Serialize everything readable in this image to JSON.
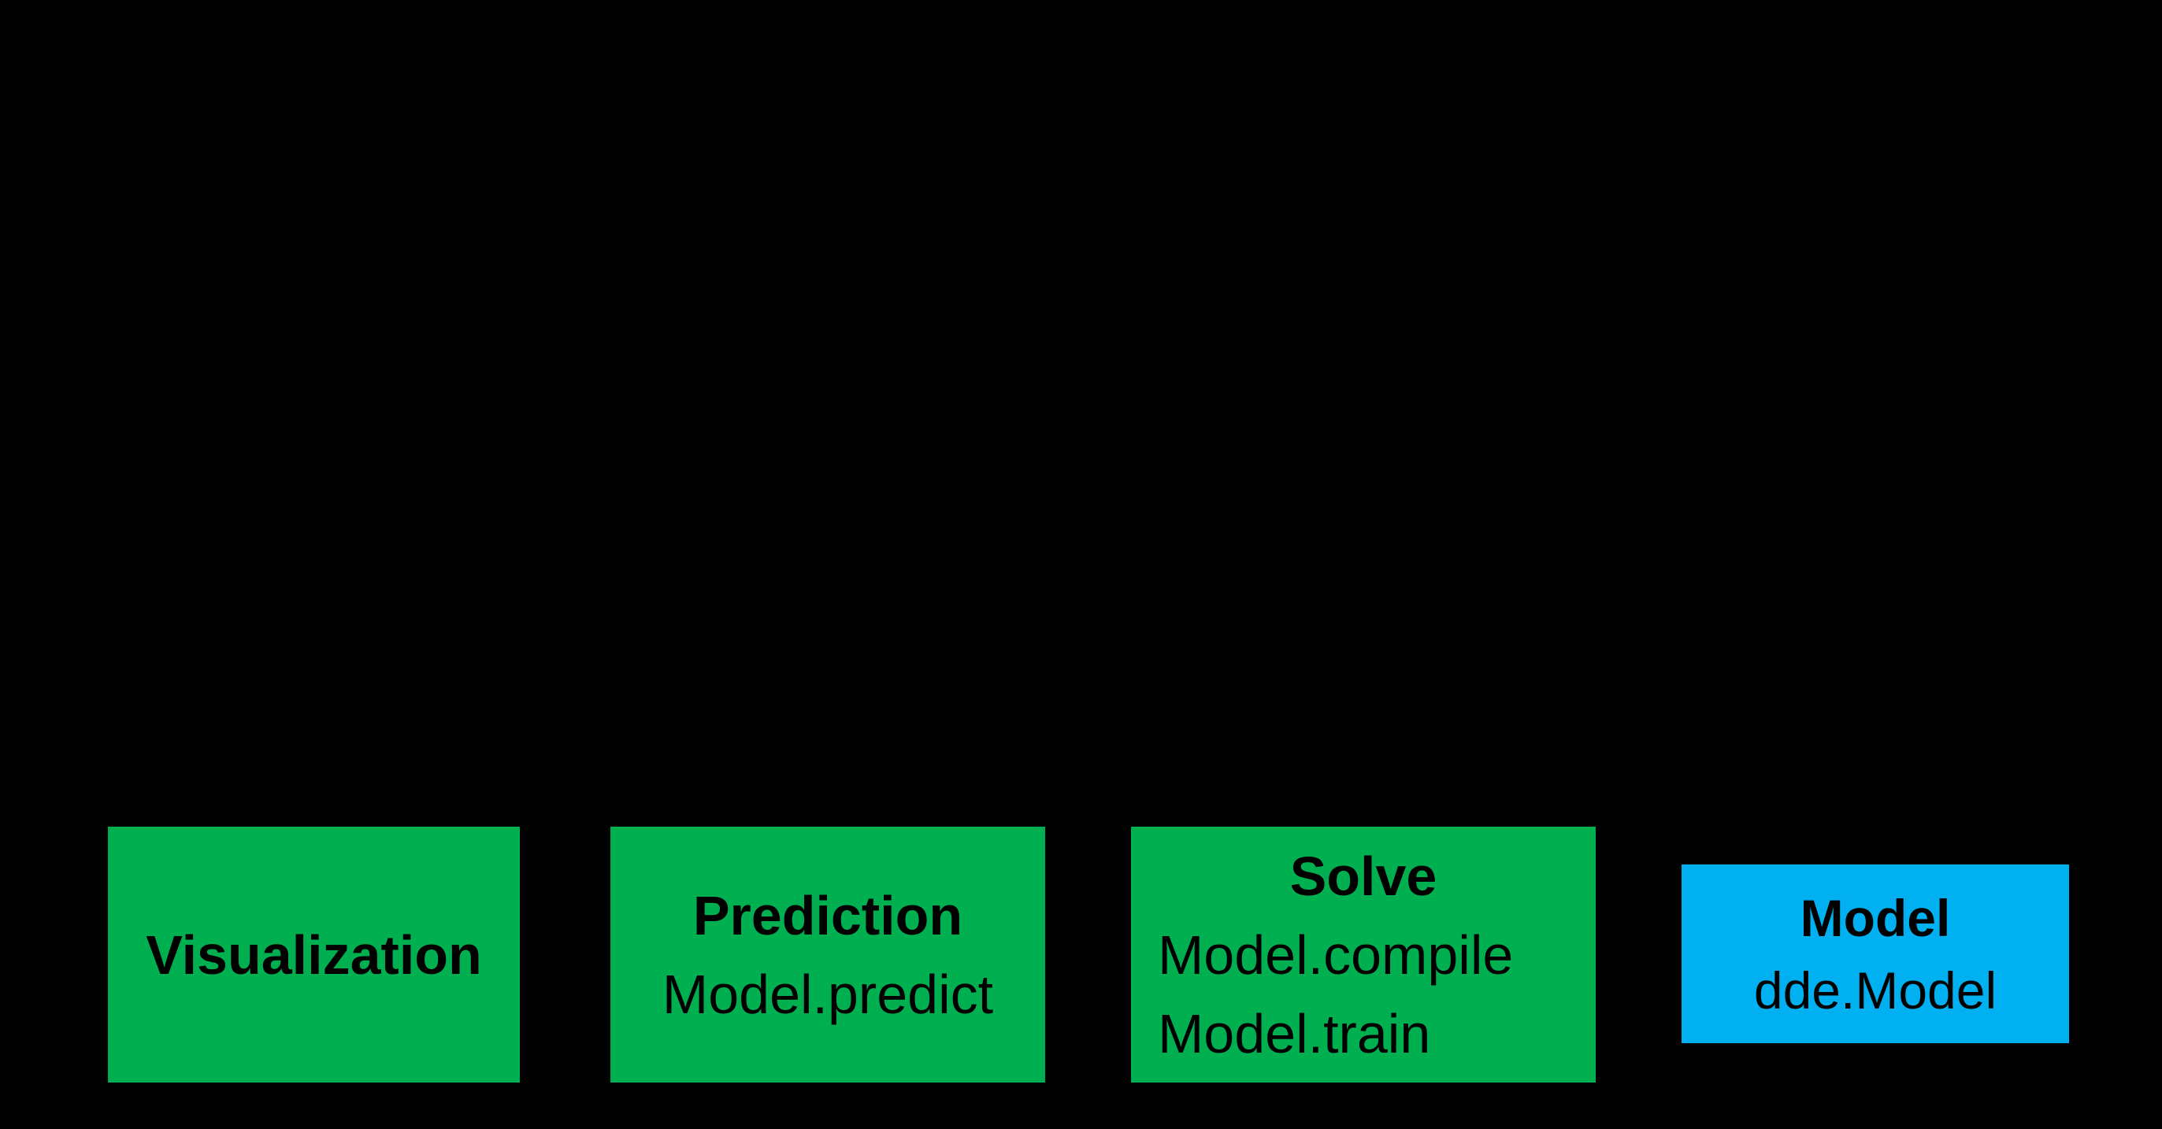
{
  "diagram": {
    "background_color": "#000000",
    "text_color": "#000000",
    "colors": {
      "stage_green": "#00B050",
      "model_blue": "#00B0F0"
    },
    "boxes": [
      {
        "id": "visualization",
        "title": "Visualization",
        "code_lines": [],
        "fill_color": "#00B050"
      },
      {
        "id": "prediction",
        "title": "Prediction",
        "code_lines": [
          "Model.predict"
        ],
        "fill_color": "#00B050"
      },
      {
        "id": "solve",
        "title": "Solve",
        "code_lines": [
          "Model.compile",
          "Model.train"
        ],
        "fill_color": "#00B050"
      },
      {
        "id": "model",
        "title": "Model",
        "code_lines": [
          "dde.Model"
        ],
        "fill_color": "#00B0F0"
      }
    ]
  }
}
